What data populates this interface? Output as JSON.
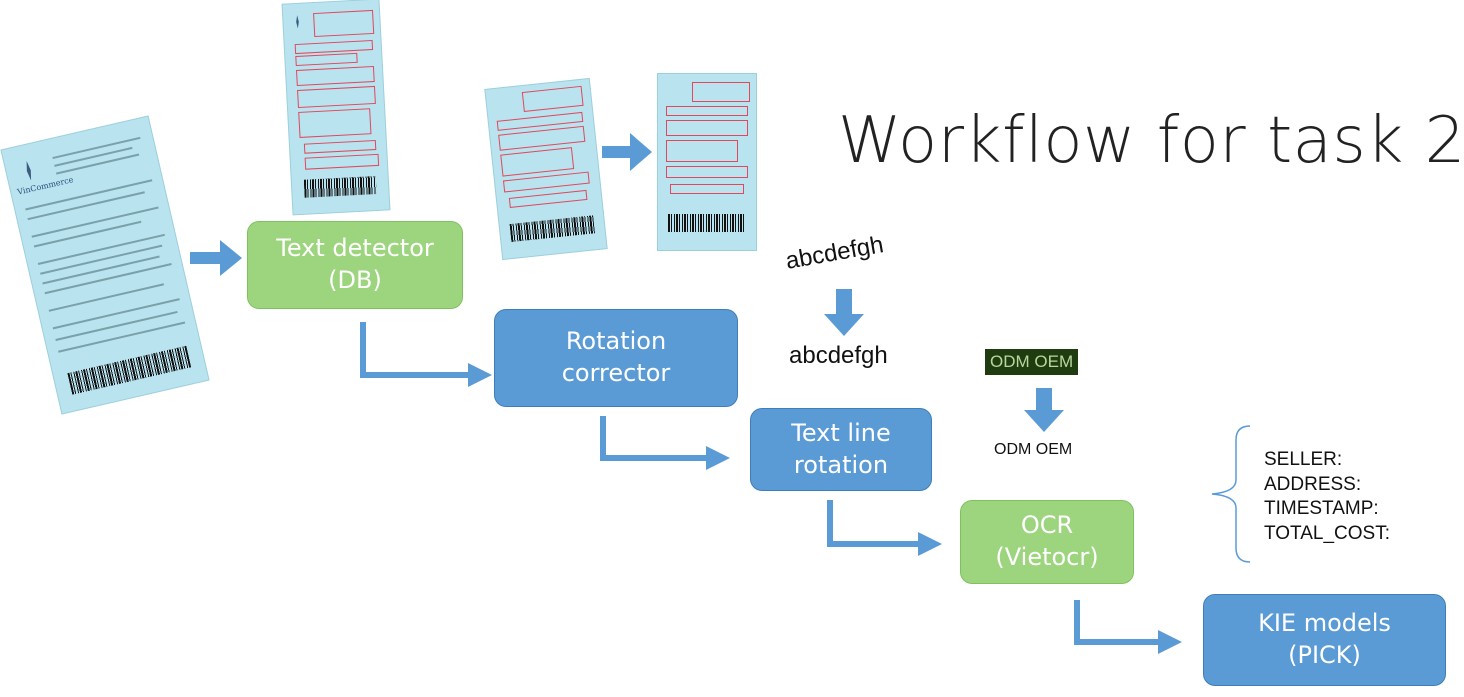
{
  "title": "Workflow for task 2",
  "nodes": {
    "text_detector": "Text detector\n(DB)",
    "rotation_corrector": "Rotation\ncorrector",
    "text_line_rotation": "Text line\nrotation",
    "ocr": "OCR\n(Vietocr)",
    "kie_models": "KIE models\n(PICK)"
  },
  "samples": {
    "rotated_text": "abcdefgh",
    "corrected_text": "abcdefgh",
    "ocr_input": "ODM OEM",
    "ocr_output": "ODM OEM"
  },
  "kie_fields": [
    "SELLER:",
    "ADDRESS:",
    "TIMESTAMP:",
    "TOTAL_COST:"
  ],
  "receipt_brand": "VinCommerce",
  "colors": {
    "green_box": "#9dd57f",
    "blue_box": "#5b9bd5",
    "arrow": "#5b9bd5",
    "receipt_paper": "#b9e3ef",
    "detection_box": "#e0485b"
  }
}
